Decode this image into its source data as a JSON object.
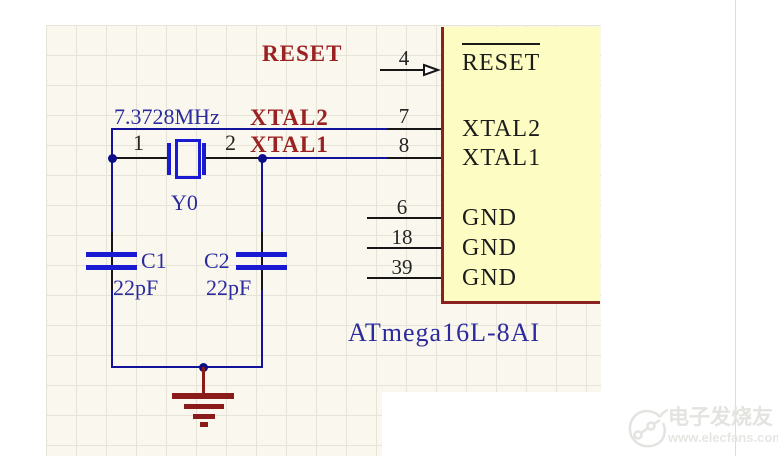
{
  "colors": {
    "wire_blue": "#12129b",
    "component_blue": "#1a1ad2",
    "value_label_blue": "#2b2b9e",
    "net_label_red": "#9b2222",
    "ground_red": "#8b1b1b",
    "ic_fill": "#fdfcc2",
    "ic_border_red": "#8d2121",
    "pin_black": "#161616",
    "grid_bg": "#faf8ee",
    "grid_line": "#e6e3d7",
    "watermark_gray": "#e3e3df"
  },
  "net_labels": {
    "reset": "RESET",
    "xtal2": "XTAL2",
    "xtal1": "XTAL1"
  },
  "crystal": {
    "frequency": "7.3728MHz",
    "designator": "Y0",
    "pin_left": "1",
    "pin_right": "2"
  },
  "capacitors": {
    "c1_designator": "C1",
    "c1_value": "22pF",
    "c2_designator": "C2",
    "c2_value": "22pF"
  },
  "ic": {
    "part_number": "ATmega16L-8AI",
    "pins": [
      {
        "number": "4",
        "name": "RESET"
      },
      {
        "number": "7",
        "name": "XTAL2"
      },
      {
        "number": "8",
        "name": "XTAL1"
      },
      {
        "number": "6",
        "name": "GND"
      },
      {
        "number": "18",
        "name": "GND"
      },
      {
        "number": "39",
        "name": "GND"
      }
    ]
  },
  "watermark": {
    "brand": "电子发烧友",
    "url": "www.elecfans.com"
  }
}
